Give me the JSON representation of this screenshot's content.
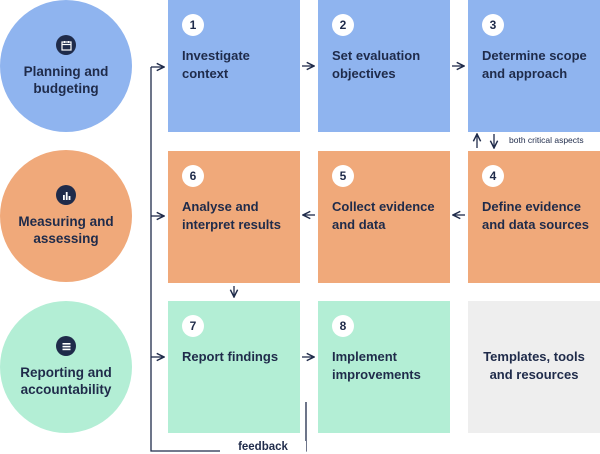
{
  "categories": [
    {
      "label": "Planning and budgeting",
      "icon": "calendar-icon",
      "color": "#8fb4ef"
    },
    {
      "label": "Measuring and assessing",
      "icon": "bar-chart-icon",
      "color": "#f0a97a"
    },
    {
      "label": "Reporting and accountability",
      "icon": "list-icon",
      "color": "#b3eed5"
    }
  ],
  "steps": [
    {
      "number": "1",
      "label": "Investigate context"
    },
    {
      "number": "2",
      "label": "Set evaluation objectives"
    },
    {
      "number": "3",
      "label": "Determine scope and approach"
    },
    {
      "number": "4",
      "label": "Define evidence and data sources"
    },
    {
      "number": "5",
      "label": "Collect evidence and data"
    },
    {
      "number": "6",
      "label": "Analyse and interpret results"
    },
    {
      "number": "7",
      "label": "Report findings"
    },
    {
      "number": "8",
      "label": "Implement improvements"
    }
  ],
  "resources_box": {
    "label": "Templates, tools and resources"
  },
  "annotations": {
    "critical_note": "both critical aspects",
    "feedback": "feedback"
  },
  "colors": {
    "planning": "#8fb4ef",
    "measuring": "#f0a97a",
    "reporting": "#b3eed5",
    "resources": "#eeeeee",
    "text": "#1f2b4a"
  }
}
